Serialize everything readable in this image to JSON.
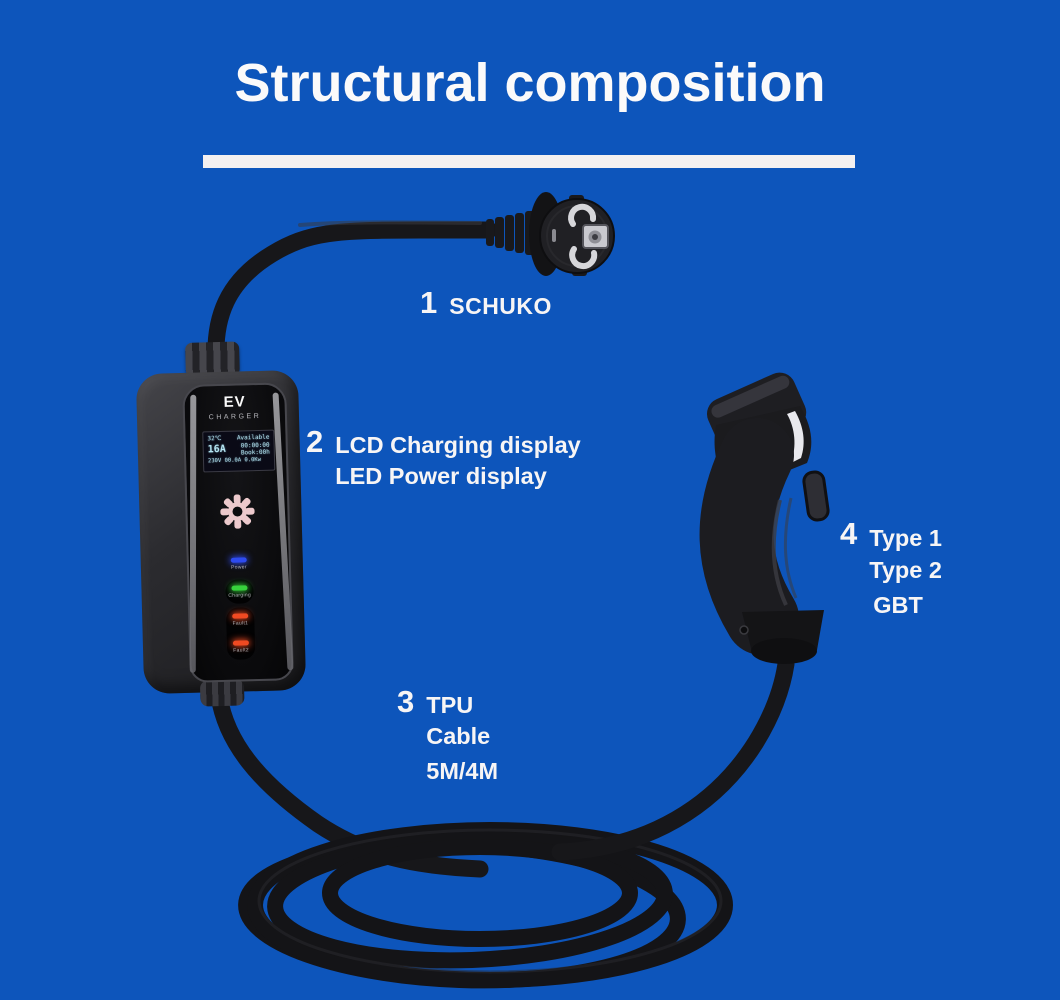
{
  "title": "Structural composition",
  "colors": {
    "background": "#0d55bb",
    "underline": "#f3f0f0",
    "text": "#f7f5f5",
    "cable": "#17171a",
    "gear": "#ecc9cc"
  },
  "device": {
    "brand_top": "EV",
    "brand_bottom": "CHARGER",
    "lcd": {
      "temp": "32℃",
      "status": "Available",
      "current": "16A",
      "time": "00:00:00",
      "book": "Book:00h",
      "meter": "230V 00.0A 0.0Kw"
    },
    "leds": [
      {
        "label": "Power",
        "color": "#2e4bef"
      },
      {
        "label": "Charging",
        "color": "#37d23c"
      },
      {
        "label": "Fault1",
        "color": "#f04a22"
      },
      {
        "label": "Fault2",
        "color": "#f04a22"
      }
    ]
  },
  "callouts": [
    {
      "num": "1",
      "lines": [
        "SCHUKO"
      ]
    },
    {
      "num": "2",
      "lines": [
        "LCD Charging display",
        "LED Power display"
      ]
    },
    {
      "num": "3",
      "lines": [
        "TPU",
        "Cable",
        "5M/4M"
      ]
    },
    {
      "num": "4",
      "lines": [
        "Type 1",
        "Type 2",
        "GBT"
      ]
    }
  ]
}
